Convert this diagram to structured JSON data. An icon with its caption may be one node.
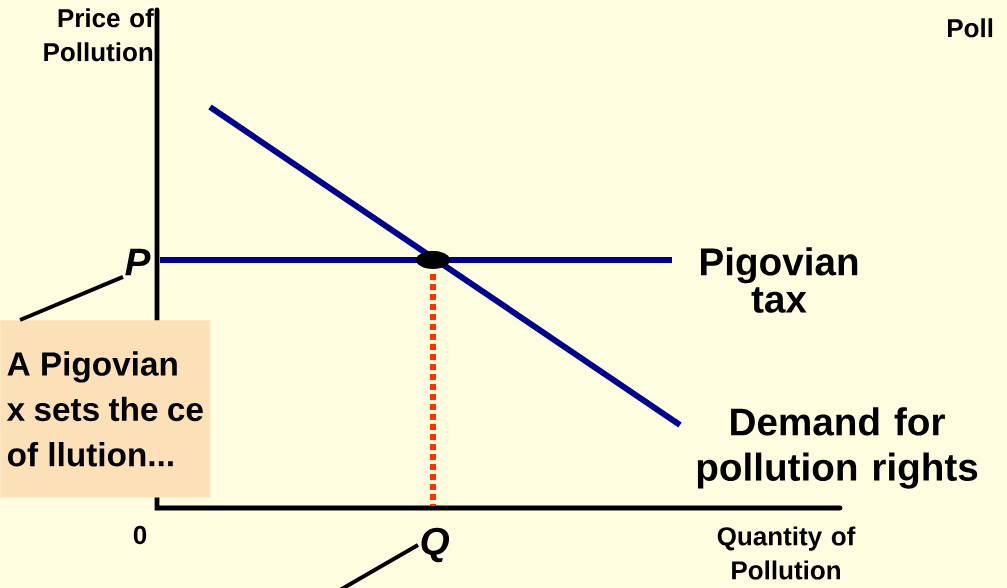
{
  "diagram": {
    "nodes": [
      {
        "text": [
          "A Pigovian x sets the ce of llution..."
        ]
      },
      {
        "text": [
          "P"
        ]
      },
      {
        "text": [
          "Q"
        ]
      }
    ],
    "edges": [
      {
        "from": 0,
        "to": 1,
        "arrow": "none"
      },
      {
        "from": null,
        "to": 2,
        "arrow": "none"
      }
    ],
    "labels": [
      "Price of Pollution",
      "Poll",
      "Pigovian tax",
      "Demand for pollution rights",
      "0",
      "Quantity of Pollution"
    ]
  }
}
